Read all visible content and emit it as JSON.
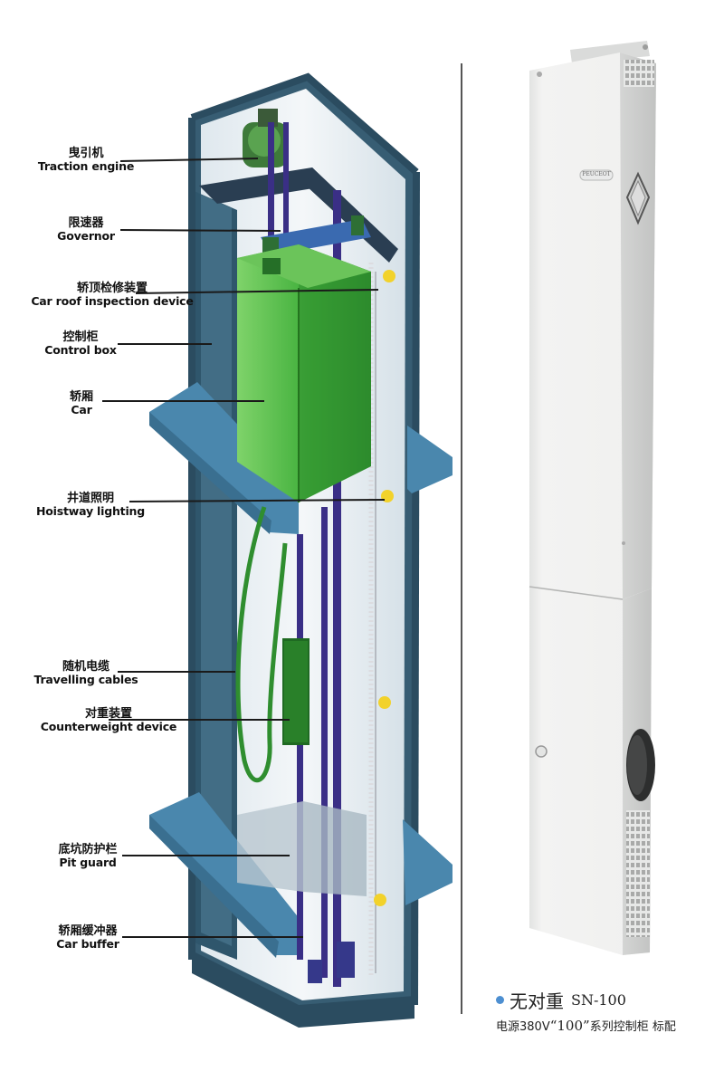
{
  "diagram": {
    "labels": [
      {
        "id": "traction",
        "zh": "曳引机",
        "en": "Traction engine"
      },
      {
        "id": "governor",
        "zh": "限速器",
        "en": "Governor"
      },
      {
        "id": "roof",
        "zh": "轿顶检修装置",
        "en": "Car roof inspection device"
      },
      {
        "id": "control",
        "zh": "控制柜",
        "en": "Control box"
      },
      {
        "id": "car",
        "zh": "轿厢",
        "en": "Car"
      },
      {
        "id": "lighting",
        "zh": "井道照明",
        "en": "Hoistway lighting"
      },
      {
        "id": "cables",
        "zh": "随机电缆",
        "en": "Travelling cables"
      },
      {
        "id": "counterweight",
        "zh": "对重装置",
        "en": "Counterweight device"
      },
      {
        "id": "pitguard",
        "zh": "底坑防护栏",
        "en": "Pit guard"
      },
      {
        "id": "buffer",
        "zh": "轿厢缓冲器",
        "en": "Car buffer"
      }
    ],
    "cabinet_brand": "PEUCEOT"
  },
  "caption": {
    "title": "无对重",
    "model": "SN-100",
    "spec_prefix": "电源380V",
    "spec_series": "“100”",
    "spec_suffix": "系列控制柜  标配"
  },
  "colors": {
    "shaft_blue": "#4a87ad",
    "car_green": "#3fae3a",
    "rail_purple": "#3a2f86",
    "accent_dot": "#4d8fd1"
  }
}
